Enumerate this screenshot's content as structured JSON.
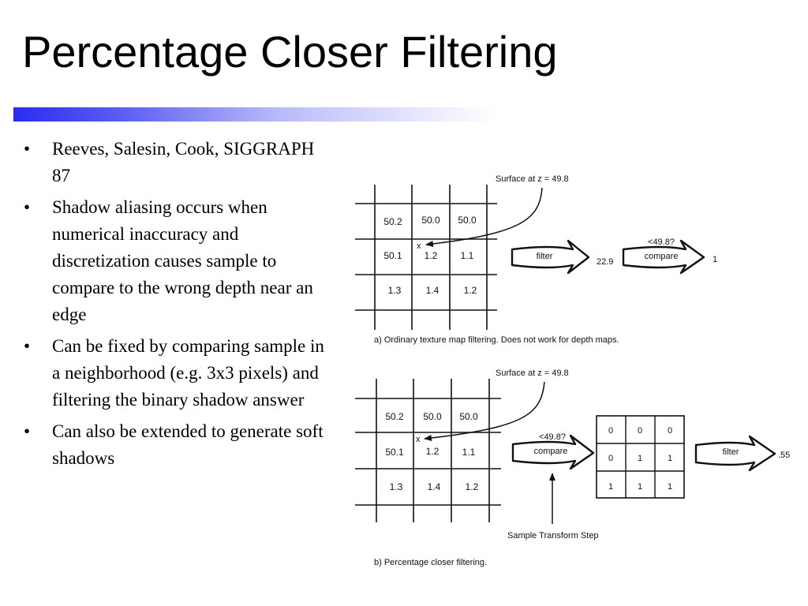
{
  "slide": {
    "title": "Percentage Closer Filtering",
    "bullets": [
      {
        "text": "Reeves, Salesin, Cook, SIGGRAPH 87"
      },
      {
        "text": "Shadow aliasing occurs when numerical inaccuracy and discretization causes sample to compare to the wrong depth near an edge"
      },
      {
        "text": "Can be fixed by comparing sample in a neighborhood (e.g. 3x3 pixels) and filtering the binary shadow answer"
      },
      {
        "text": "Can also be extended to generate soft shadows"
      }
    ]
  },
  "figure": {
    "a": {
      "surface_label": "Surface at  z = 49.8",
      "x_mark": "x",
      "grid": [
        [
          "50.2",
          "50.0",
          "50.0"
        ],
        [
          "50.1",
          "1.2",
          "1.1"
        ],
        [
          "1.3",
          "1.4",
          "1.2"
        ]
      ],
      "filter_label": "filter",
      "filter_result": "22.9",
      "compare_question": "<49.8?",
      "compare_label": "compare",
      "compare_result": "1",
      "caption": "a)  Ordinary texture map filtering. Does not work for depth maps."
    },
    "b": {
      "surface_label": "Surface at  z = 49.8",
      "x_mark": "x",
      "grid": [
        [
          "50.2",
          "50.0",
          "50.0"
        ],
        [
          "50.1",
          "1.2",
          "1.1"
        ],
        [
          "1.3",
          "1.4",
          "1.2"
        ]
      ],
      "compare_question": "<49.8?",
      "compare_label": "compare",
      "binary_grid": [
        [
          "0",
          "0",
          "0"
        ],
        [
          "0",
          "1",
          "1"
        ],
        [
          "1",
          "1",
          "1"
        ]
      ],
      "filter_label": "filter",
      "filter_result": ".55",
      "sample_transform_label": "Sample Transform Step",
      "caption": "b)  Percentage closer filtering."
    }
  }
}
